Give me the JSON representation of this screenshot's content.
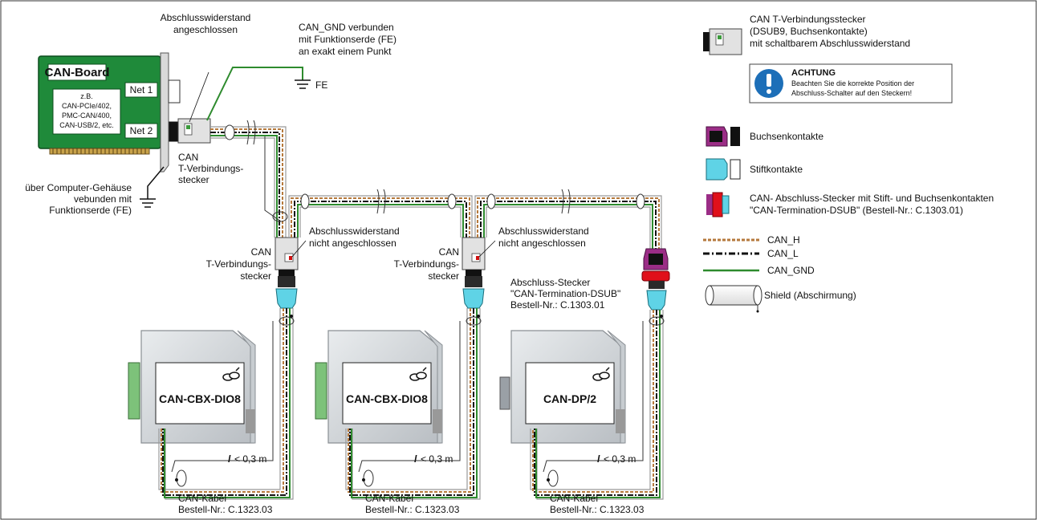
{
  "top": {
    "termination_connected": [
      "Abschlusswiderstand",
      "angeschlossen"
    ],
    "gnd_note": [
      "CAN_GND verbunden",
      "mit Funktionserde (FE)",
      "an exakt einem Punkt"
    ],
    "fe": "FE"
  },
  "board": {
    "title": "CAN-Board",
    "net1": "Net 1",
    "net2": "Net 2",
    "examples": [
      "z.B.",
      "CAN-PCIe/402,",
      "PMC-CAN/400,",
      "CAN-USB/2, etc."
    ],
    "chassis_note": [
      "über Computer-Gehäuse",
      "vebunden mit",
      "Funktionserde (FE)"
    ]
  },
  "tconn_label": [
    "CAN",
    "T-Verbindungs-",
    "stecker"
  ],
  "termination_not_connected": [
    "Abschlusswiderstand",
    "nicht angeschlossen"
  ],
  "term_plug": [
    "Abschluss-Stecker",
    "\"CAN-Termination-DSUB\"",
    "Bestell-Nr.: C.1303.01"
  ],
  "devices": [
    {
      "name": "CAN-CBX-DIO8",
      "length": "< 0,3 m"
    },
    {
      "name": "CAN-CBX-DIO8",
      "length": "< 0,3 m"
    },
    {
      "name": "CAN-DP/2",
      "length": "< 0,3 m"
    }
  ],
  "length_symbol": "l",
  "cable_label": [
    "CAN-Kabel",
    "Bestell-Nr.: C.1323.03"
  ],
  "legend": {
    "tconn": [
      "CAN T-Verbindungsstecker",
      "(DSUB9, Buchsenkontakte)",
      "mit schaltbarem Abschlusswiderstand"
    ],
    "warning_title": "ACHTUNG",
    "warning_text": [
      "Beachten Sie die korrekte Position der",
      "Abschluss-Schalter auf den Steckern!"
    ],
    "female": "Buchsenkontakte",
    "male": "Stiftkontakte",
    "termination": [
      "CAN- Abschluss-Stecker mit Stift- und Buchsenkontakten",
      "\"CAN-Termination-DSUB\" (Bestell-Nr.: C.1303.01)"
    ],
    "can_h": "CAN_H",
    "can_l": "CAN_L",
    "can_gnd": "CAN_GND",
    "shield": "Shield (Abschirmung)"
  },
  "colors": {
    "board_green": "#1f8a3a",
    "can_h": "#b5793c",
    "can_l": "#111111",
    "can_gnd": "#2e8b2e",
    "female": "#9b2d86",
    "male": "#5fd3e6",
    "termination": "#e0101a",
    "warning": "#1d6fb8"
  }
}
